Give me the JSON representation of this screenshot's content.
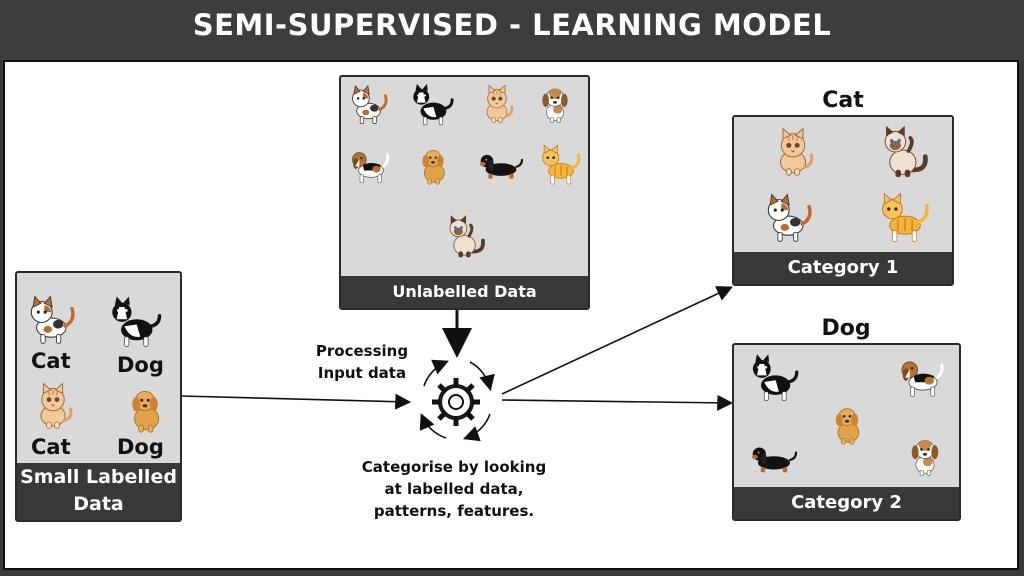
{
  "title": "SEMI-SUPERVISED - LEARNING MODEL",
  "labelled": {
    "caption_line1": "Small Labelled",
    "caption_line2": "Data",
    "cat1": "Cat",
    "dog1": "Dog",
    "cat2": "Cat",
    "dog2": "Dog"
  },
  "unlabelled": {
    "caption": "Unlabelled Data"
  },
  "processing": {
    "line1": "Processing",
    "line2": "Input data"
  },
  "categorise": {
    "line1": "Categorise by looking",
    "line2": "at labelled data,",
    "line3": "patterns, features."
  },
  "category1": {
    "heading": "Cat",
    "caption": "Category 1"
  },
  "category2": {
    "heading": "Dog",
    "caption": "Category 2"
  },
  "icons": {
    "calico_cat": "calico-cat-icon",
    "border_collie": "border-collie-icon",
    "orange_kitten": "orange-kitten-icon",
    "golden_puppy": "golden-puppy-icon",
    "beagle_puppy": "beagle-puppy-icon",
    "beagle_dog": "beagle-dog-icon",
    "dachshund": "dachshund-icon",
    "tabby_cat": "tabby-cat-icon",
    "siamese_cat": "siamese-cat-icon",
    "gear": "gear-icon"
  },
  "colors": {
    "bar": "#3d3d3d",
    "box": "#d9d9d9",
    "caption": "#383838"
  }
}
